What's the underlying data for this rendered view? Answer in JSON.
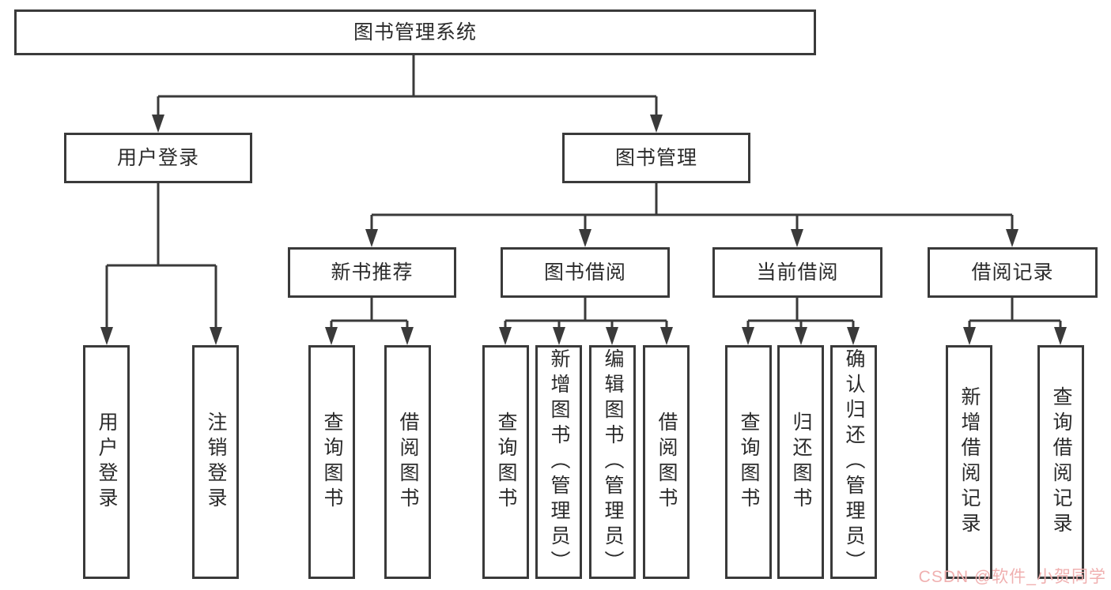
{
  "diagram": {
    "type": "tree",
    "root": {
      "label": "图书管理系统",
      "children": [
        {
          "label": "用户登录",
          "children": [
            {
              "label": "用户登录"
            },
            {
              "label": "注销登录"
            }
          ]
        },
        {
          "label": "图书管理",
          "children": [
            {
              "label": "新书推荐",
              "children": [
                {
                  "label": "查询图书"
                },
                {
                  "label": "借阅图书"
                }
              ]
            },
            {
              "label": "图书借阅",
              "children": [
                {
                  "label": "查询图书"
                },
                {
                  "label": "新增图书（管理员）"
                },
                {
                  "label": "编辑图书（管理员）"
                },
                {
                  "label": "借阅图书"
                }
              ]
            },
            {
              "label": "当前借阅",
              "children": [
                {
                  "label": "查询图书"
                },
                {
                  "label": "归还图书"
                },
                {
                  "label": "确认归还（管理员）"
                }
              ]
            },
            {
              "label": "借阅记录",
              "children": [
                {
                  "label": "新增借阅记录"
                },
                {
                  "label": "查询借阅记录"
                }
              ]
            }
          ]
        }
      ]
    }
  },
  "watermark": {
    "text": "CSDN @软件_小贺同学",
    "color": "#f0b0b0"
  },
  "colors": {
    "line": "#3a3a3a",
    "text": "#2b2b2b",
    "background": "#ffffff"
  }
}
